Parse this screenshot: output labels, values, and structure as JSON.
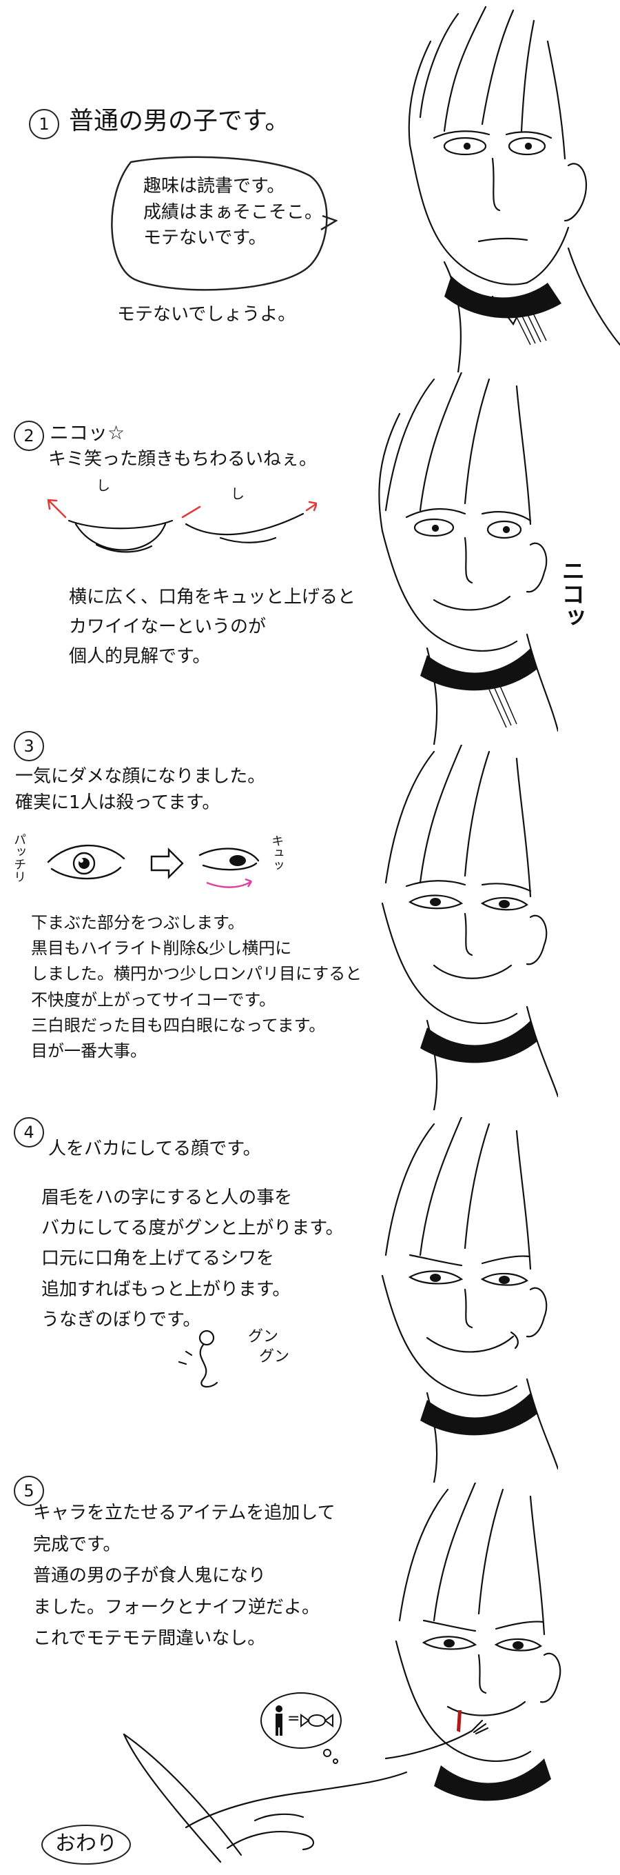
{
  "panels": [
    {
      "number": "1",
      "heading": "普通の男の子です。",
      "bubble_lines": [
        "趣味は読書です。",
        "成績はまぁそこそこ。",
        "モテないです。"
      ],
      "note": "モテないでしょうよ。"
    },
    {
      "number": "2",
      "heading": "ニコッ☆",
      "subheading": "キミ笑った顔きもちわるいねぇ。",
      "mouth_marks": [
        "し",
        "し"
      ],
      "body_lines": [
        "横に広く、口角をキュッと上げると",
        "カワイイなーというのが",
        "個人的見解です。"
      ],
      "sfx": "ニコッ"
    },
    {
      "number": "3",
      "heading_lines": [
        "一気にダメな顔になりました。",
        "確実に1人は殺ってます。"
      ],
      "eye_sfx_left": "パッチリ",
      "eye_sfx_right": "キュッ",
      "body_lines": [
        "下まぶた部分をつぶします。",
        "黒目もハイライト削除&少し横円に",
        "しました。横円かつ少しロンパリ目にすると",
        "不快度が上がってサイコーです。",
        "三白眼だった目も四白眼になってます。",
        "目が一番大事。"
      ]
    },
    {
      "number": "4",
      "heading": "人をバカにしてる顔です。",
      "body_lines": [
        "眉毛をハの字にすると人の事を",
        "バカにしてる度がグンと上がります。",
        "口元に口角を上げてるシワを",
        "追加すればもっと上がります。",
        "うなぎのぼりです。"
      ],
      "sfx_lines": [
        "グン",
        "グン"
      ]
    },
    {
      "number": "5",
      "body_lines": [
        "キャラを立たせるアイテムを追加して",
        "完成です。",
        "普通の男の子が食人鬼になり",
        "ました。フォークとナイフ逆だよ。",
        "これでモテモテ間違いなし。"
      ],
      "thought_symbol": "=",
      "ending": "おわり"
    }
  ]
}
